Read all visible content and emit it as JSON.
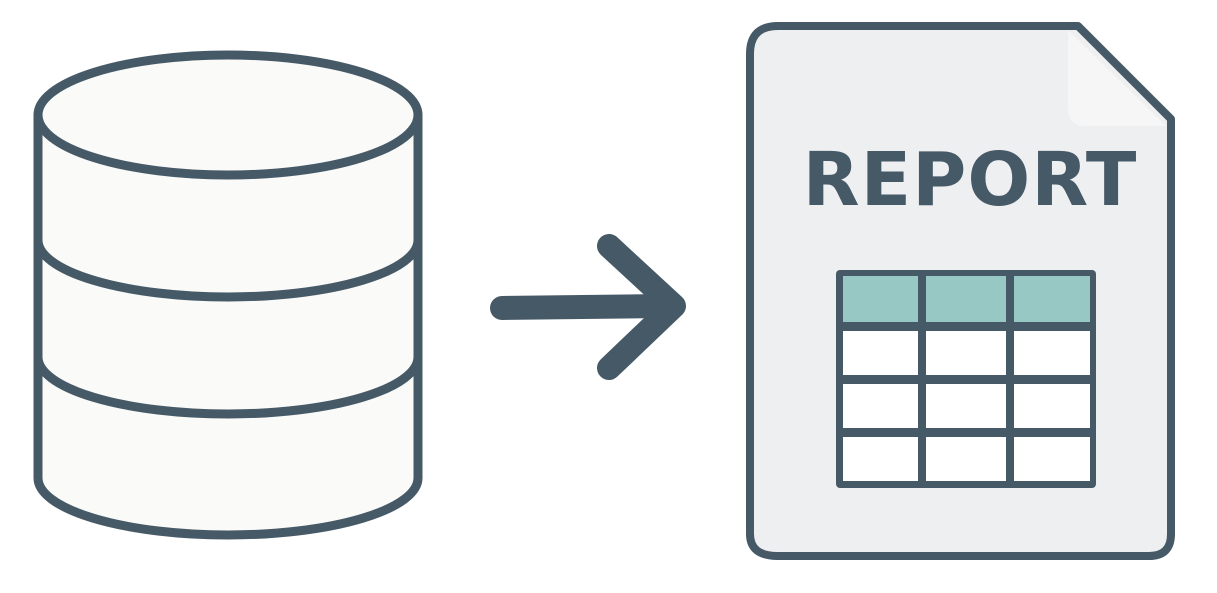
{
  "colors": {
    "stroke": "#465967",
    "fill_light": "#fafaf9",
    "page_fill": "#eeeff1",
    "fold_fill": "#f6f6f6",
    "header_fill": "#97c8c3",
    "cell_fill": "#ffffff",
    "background": "#ffffff"
  },
  "database": {
    "icon": "database-icon"
  },
  "arrow": {
    "icon": "arrow-right-icon"
  },
  "report": {
    "icon": "report-document-icon",
    "title": "REPORT",
    "table": {
      "columns": 3,
      "rows": 4,
      "header_rows": 1
    }
  }
}
